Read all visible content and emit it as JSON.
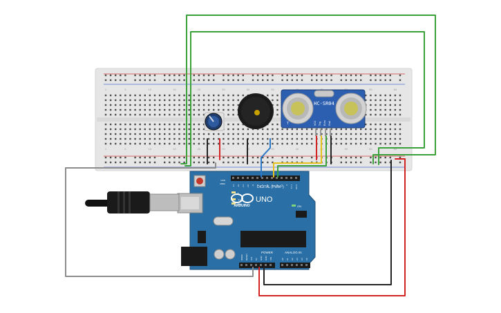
{
  "scene": {
    "breadboard": {
      "column_numbers": [
        "1",
        "5",
        "10",
        "15",
        "20",
        "25",
        "30",
        "35",
        "40",
        "45",
        "50",
        "55",
        "60"
      ]
    },
    "sensor": {
      "model": "HC-SR04",
      "pins": [
        "VCC",
        "Trig",
        "Echo",
        "Gnd"
      ],
      "corner_mark": "T"
    },
    "arduino": {
      "brand": "ARDUINO",
      "model": "UNO",
      "header_digital": "DIGITAL (PWM~)",
      "header_power": "POWER",
      "header_analog": "ANALOG IN",
      "aref_label": "AREF",
      "gnd_label": "GND",
      "l_label": "L",
      "tx_label": "TX",
      "rx_label": "RX",
      "on_label": "ON",
      "power_pins": [
        "IOREF",
        "RESET",
        "3V3",
        "5V",
        "GND",
        "GND",
        "VIN"
      ],
      "analog_pins": [
        "A0",
        "A1",
        "A2",
        "A3",
        "A4",
        "A5"
      ],
      "digital_pins": [
        "13",
        "12",
        "~11",
        "~10",
        "~9",
        "8",
        "7",
        "~6",
        "~5",
        "4",
        "~3",
        "2",
        "TX 1",
        "RX 0"
      ]
    },
    "colors": {
      "breadboard": "#e8e8e8",
      "board": "#2a6fa5",
      "wire_green": "#3aa13a",
      "wire_red": "#d42222",
      "wire_black": "#222222",
      "wire_gray": "#8c8c8c",
      "wire_blue": "#2a78c8",
      "wire_yellow": "#e8c21a"
    }
  }
}
